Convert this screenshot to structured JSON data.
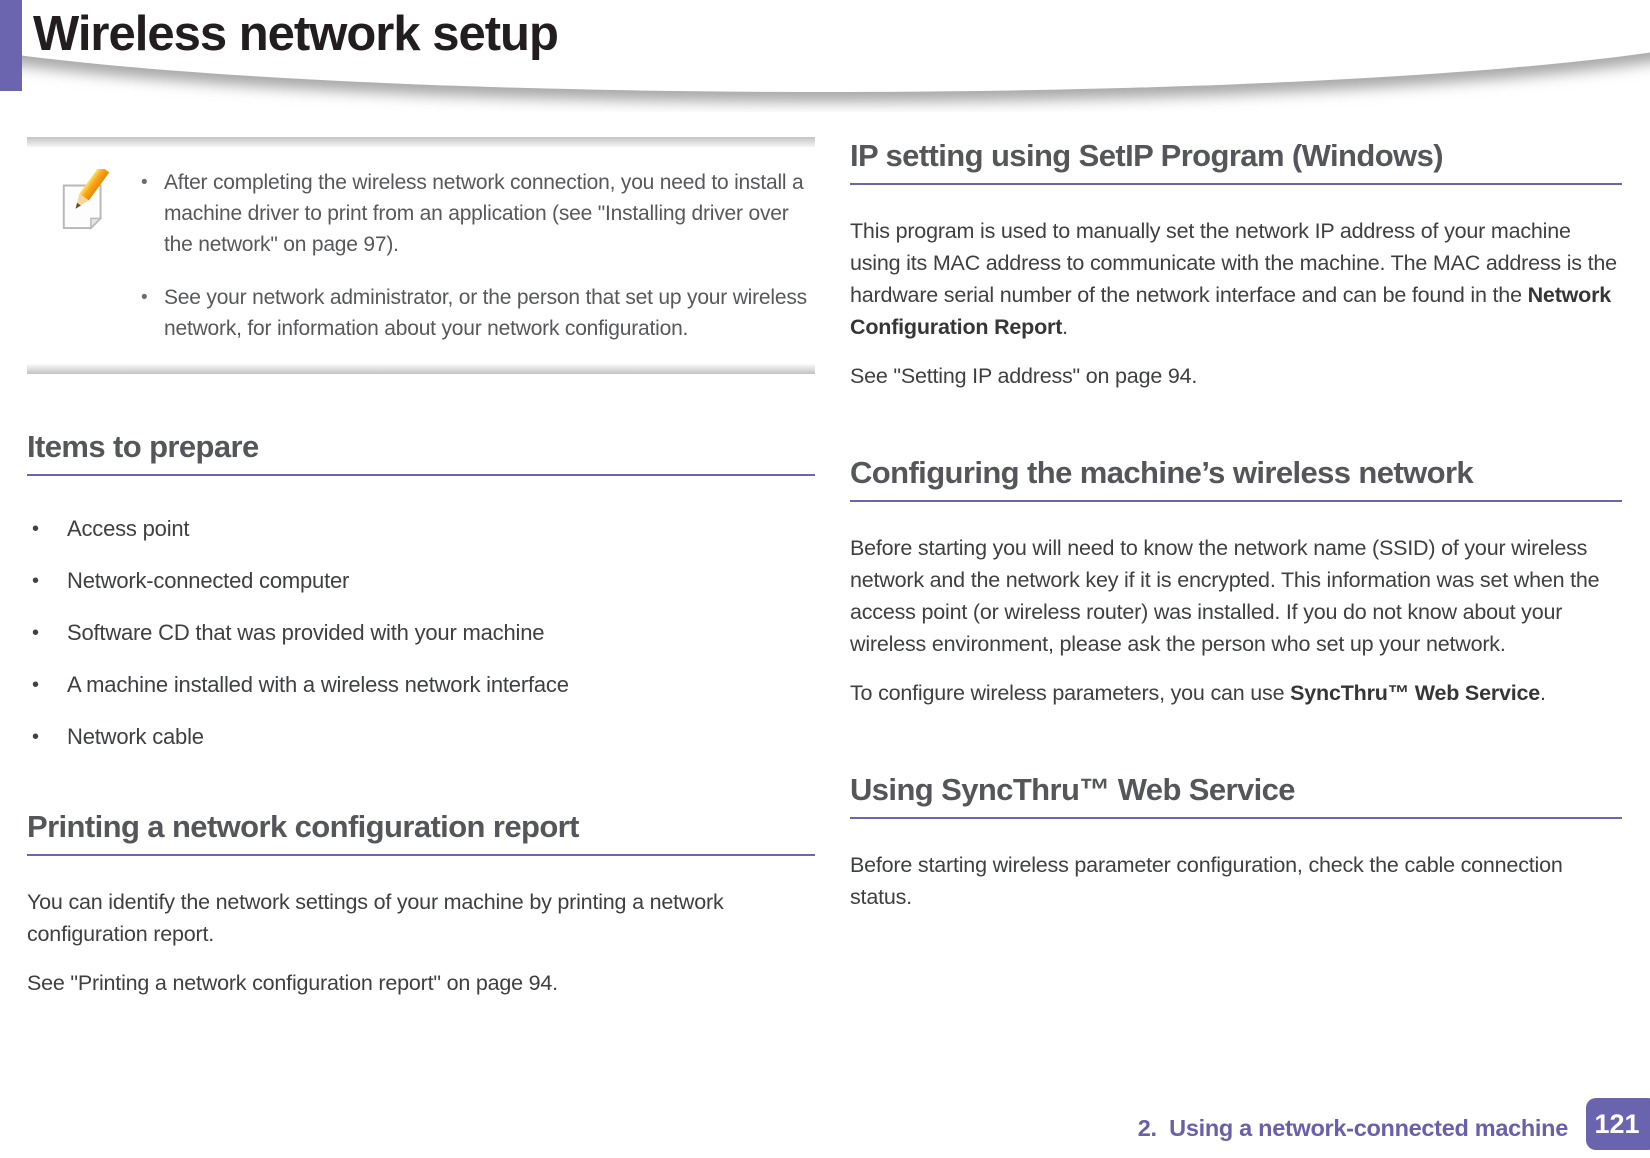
{
  "page": {
    "title": "Wireless network setup",
    "footer_chapter": "2.  Using a network-connected machine",
    "page_number": "121"
  },
  "note": {
    "items": [
      "After completing the wireless network connection, you need to install a machine driver to print from an application (see \"Installing driver over the network\" on page 97).",
      "See your network administrator, or the person that set up your wireless network, for information about your network configuration."
    ]
  },
  "sections": {
    "items_to_prepare": {
      "heading": "Items to prepare",
      "bullets": [
        "Access point",
        "Network-connected computer",
        "Software CD that was provided with your machine",
        "A machine installed with a wireless network interface",
        "Network cable"
      ]
    },
    "printing_report": {
      "heading": "Printing a network configuration report",
      "para1": "You can identify the network settings of your machine by printing a network configuration report.",
      "para2": "See \"Printing a network configuration report\" on page 94."
    },
    "ip_setting": {
      "heading": "IP setting using SetIP Program (Windows)",
      "para1_before": "This program is used to manually set the network IP address of your machine using its MAC address to communicate with the machine. The MAC address is the hardware serial number of the network interface and can be found in the ",
      "para1_bold": "Network Configuration Report",
      "para1_after": ".",
      "para2": "See \"Setting IP address\" on page 94."
    },
    "configuring": {
      "heading": "Configuring the machine’s wireless network",
      "para1": "Before starting you will need to know the network name (SSID) of your wireless network and the network key if it is encrypted. This information was set when the access point (or wireless router) was installed. If you do not know about your wireless environment, please ask the person who set up your network.",
      "para2_before": "To configure wireless parameters, you can use ",
      "para2_bold": "SyncThru™ Web Service",
      "para2_after": "."
    },
    "using_syncthru": {
      "heading": "Using SyncThru™ Web Service",
      "para1": "Before starting wireless parameter configuration, check the cable connection status."
    }
  },
  "colors": {
    "accent_purple": "#6b64ae",
    "footer_purple": "#6a5fa8",
    "heading_gray": "#55565a",
    "body_text": "#3e3f41",
    "title_black": "#221e20"
  }
}
